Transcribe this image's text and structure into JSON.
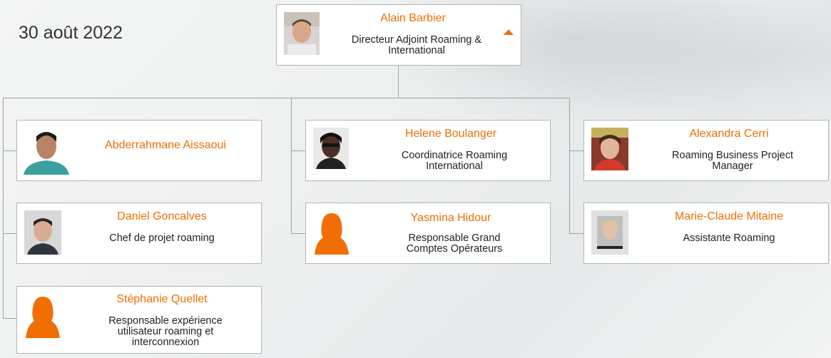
{
  "date": "30 août 2022",
  "colors": {
    "accent": "#f16e00",
    "text": "#222222"
  },
  "root": {
    "name": "Alain Barbier",
    "title": "Directeur Adjoint Roaming & International",
    "toggle_icon": "caret-up-icon"
  },
  "column1": [
    {
      "name": "Abderrahmane Aissaoui",
      "title": "",
      "photo": "photo"
    },
    {
      "name": "Daniel Goncalves",
      "title": "Chef de projet roaming",
      "photo": "photo"
    },
    {
      "name": "Stéphanie Quellet",
      "title": "Responsable expérience utilisateur roaming et interconnexion",
      "photo": "silhouette"
    }
  ],
  "column2": [
    {
      "name": "Helene Boulanger",
      "title": "Coordinatrice Roaming International",
      "photo": "photo"
    },
    {
      "name": "Yasmina Hidour",
      "title": "Responsable Grand Comptes Opérateurs",
      "photo": "silhouette"
    }
  ],
  "column3": [
    {
      "name": "Alexandra Cerri",
      "title": "Roaming Business Project Manager",
      "photo": "photo"
    },
    {
      "name": "Marie-Claude Mitaine",
      "title": "Assistante Roaming",
      "photo": "photo"
    }
  ]
}
